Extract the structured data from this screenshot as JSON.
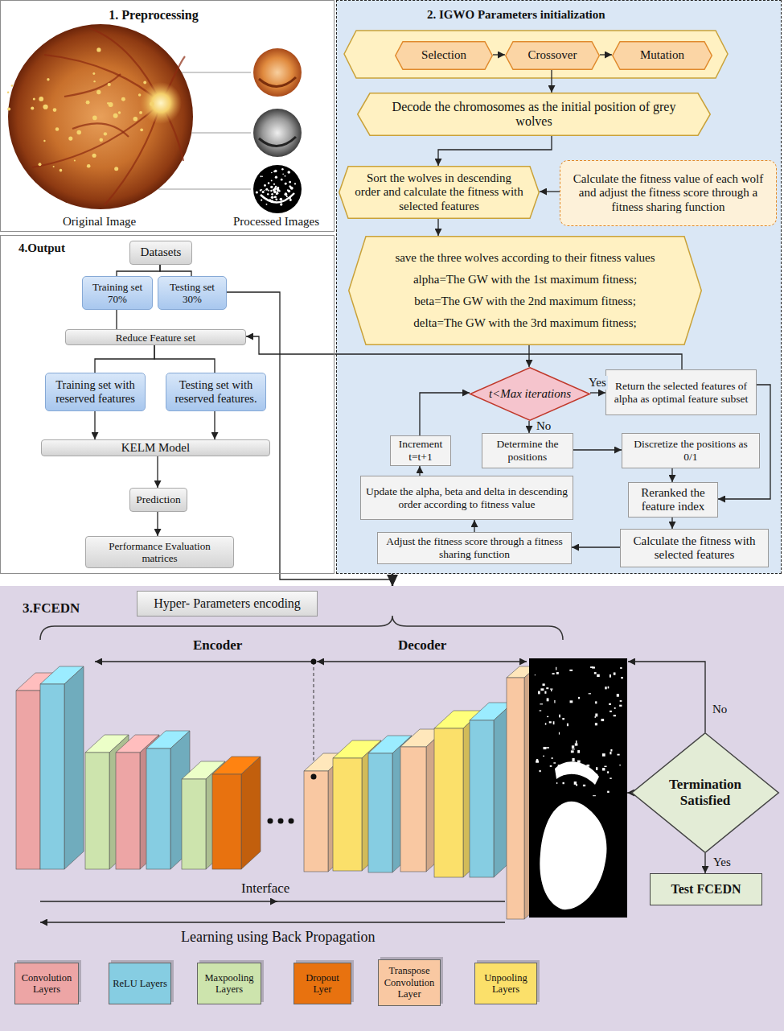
{
  "diagram": {
    "nodes": [
      {
        "text": [
          "1. Preprocessing"
        ]
      },
      {
        "text": [
          "2. IGWO Parameters initialization"
        ]
      },
      {
        "text": [
          "Selection"
        ],
        "in": 1
      },
      {
        "text": [
          "Crossover"
        ],
        "in": 1
      },
      {
        "text": [
          "Mutation"
        ],
        "in": 1
      },
      {
        "text": [
          "Decode the chromosomes as the initial position of grey wolves"
        ],
        "in": 1
      },
      {
        "text": [
          "Sort the wolves in descending order and calculate the fitness with selected features"
        ],
        "in": 1
      },
      {
        "text": [
          "Calculate the fitness value of each wolf and adjust the fitness score through a fitness sharing function"
        ],
        "in": 1
      },
      {
        "text": [
          "save the three wolves according to their fitness values",
          "alpha=The GW with the 1st maximum fitness;",
          "beta=The GW with the 2nd maximum fitness;",
          "delta=The GW with the 3rd maximum fitness;"
        ],
        "in": 1
      },
      {
        "text": [
          "t<Max iterations"
        ],
        "in": 1
      },
      {
        "text": [
          "Return the selected features of alpha as optimal feature subset"
        ],
        "in": 1
      },
      {
        "text": [
          "Increment t=t+1"
        ],
        "in": 1
      },
      {
        "text": [
          "Determine the positions"
        ],
        "in": 1
      },
      {
        "text": [
          "Discretize the positions as 0/1"
        ],
        "in": 1
      },
      {
        "text": [
          "Update the alpha, beta and delta in descending order according to fitness value"
        ],
        "in": 1
      },
      {
        "text": [
          "Reranked the feature index"
        ],
        "in": 1
      },
      {
        "text": [
          "Adjust the fitness score through a fitness sharing function"
        ],
        "in": 1
      },
      {
        "text": [
          "Calculate the fitness with selected features"
        ],
        "in": 1
      },
      {
        "text": [
          "4.Output"
        ]
      },
      {
        "text": [
          "Datasets"
        ],
        "in": 18
      },
      {
        "text": [
          "Training set 70%"
        ],
        "in": 18
      },
      {
        "text": [
          "Testing set 30%"
        ],
        "in": 18
      },
      {
        "text": [
          "Reduce Feature set"
        ],
        "in": 18
      },
      {
        "text": [
          "Training set with reserved features"
        ],
        "in": 18
      },
      {
        "text": [
          "Testing set with reserved features."
        ],
        "in": 18
      },
      {
        "text": [
          "KELM Model"
        ],
        "in": 18
      },
      {
        "text": [
          "Prediction"
        ],
        "in": 18
      },
      {
        "text": [
          "Performance Evaluation matrices"
        ],
        "in": 18
      },
      {
        "text": [
          "3.FCEDN"
        ]
      },
      {
        "text": [
          "Hyper- Parameters encoding"
        ],
        "in": 28
      },
      {
        "text": [
          "Termination Satisfied"
        ],
        "in": 28
      },
      {
        "text": [
          "Test FCEDN"
        ],
        "in": 28
      }
    ],
    "edges": [
      {
        "from": 2,
        "to": 3,
        "arrow": "to"
      },
      {
        "from": 3,
        "to": 4,
        "arrow": "to"
      },
      {
        "from": 3,
        "to": 5,
        "arrow": "to"
      },
      {
        "from": 5,
        "to": 6,
        "arrow": "to"
      },
      {
        "from": 7,
        "to": 6,
        "arrow": "to"
      },
      {
        "from": 6,
        "to": 8,
        "arrow": "to"
      },
      {
        "from": 8,
        "to": 9,
        "arrow": "to"
      },
      {
        "from": 9,
        "to": 10,
        "label": "Yes",
        "arrow": "to"
      },
      {
        "from": 9,
        "to": 12,
        "label": "No",
        "arrow": "to"
      },
      {
        "from": 12,
        "to": 13,
        "arrow": "to"
      },
      {
        "from": 13,
        "to": 15,
        "arrow": "to"
      },
      {
        "from": 15,
        "to": 17,
        "arrow": "to"
      },
      {
        "from": 17,
        "to": 16,
        "arrow": "to"
      },
      {
        "from": 16,
        "to": 14,
        "arrow": "to"
      },
      {
        "from": 14,
        "to": 11,
        "arrow": "to"
      },
      {
        "from": 11,
        "to": 9,
        "arrow": "to"
      },
      {
        "from": 10,
        "to": 22,
        "arrow": "to"
      },
      {
        "from": 10,
        "to": 15,
        "arrow": "to"
      },
      {
        "from": 19,
        "to": 20,
        "arrow": "none"
      },
      {
        "from": 19,
        "to": 21,
        "arrow": "none"
      },
      {
        "from": 20,
        "to": 22,
        "arrow": "none"
      },
      {
        "from": 22,
        "to": 23,
        "arrow": "none"
      },
      {
        "from": 22,
        "to": 24,
        "arrow": "none"
      },
      {
        "from": 23,
        "to": 25,
        "arrow": "to"
      },
      {
        "from": 24,
        "to": 25,
        "arrow": "to"
      },
      {
        "from": 25,
        "to": 26,
        "arrow": "to"
      },
      {
        "from": 26,
        "to": 27,
        "arrow": "to"
      },
      {
        "from": 21,
        "to": 28,
        "arrow": "to"
      },
      {
        "from": 1,
        "to": 28,
        "arrow": "to"
      },
      {
        "from": 30,
        "to": 31,
        "label": "Yes",
        "arrow": "to"
      }
    ],
    "labels": [
      "Original Image",
      "Processed Images",
      "Encoder",
      "Decoder",
      "Interface",
      "Learning using Back Propagation",
      "No"
    ],
    "legend": [
      {
        "text": "Convolution Layers",
        "color": "#eda5a5"
      },
      {
        "text": "ReLU Layers",
        "color": "#86cde2"
      },
      {
        "text": "Maxpooling Layers",
        "color": "#cde4ad"
      },
      {
        "text": "Dropout Lyer",
        "color": "#e8720f"
      },
      {
        "text": "Transpose Convolution Layer",
        "color": "#f9c8a2"
      },
      {
        "text": "Unpooling Layers",
        "color": "#fbe06a"
      }
    ]
  }
}
